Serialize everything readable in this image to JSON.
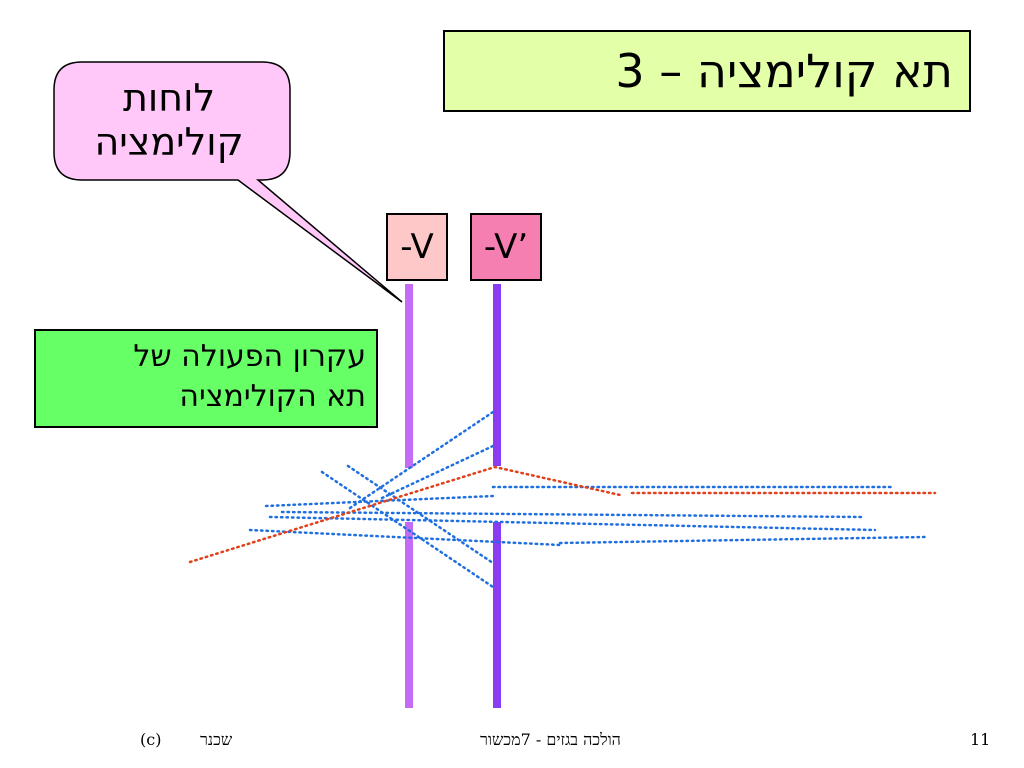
{
  "title": "3 – תא קולימציה",
  "callout": {
    "line1": "לוחות",
    "line2": "קולימציה",
    "fill": "#ffc8f8"
  },
  "voltage_labels": {
    "left": "-V",
    "right": "-V’"
  },
  "green_box": {
    "line1": "עקרון הפעולה של",
    "line2": "תא הקולימציה",
    "fill": "#66ff66"
  },
  "plate_colors": {
    "left": "#c46cf5",
    "right": "#8a3cf0"
  },
  "ray_colors": {
    "blue": "#1f6fe0",
    "red": "#e0401a"
  },
  "footer": {
    "copyright": "(c)",
    "author": "שכנר",
    "center": "הולכה בגזים - 7מכשור",
    "page_number": "11"
  }
}
